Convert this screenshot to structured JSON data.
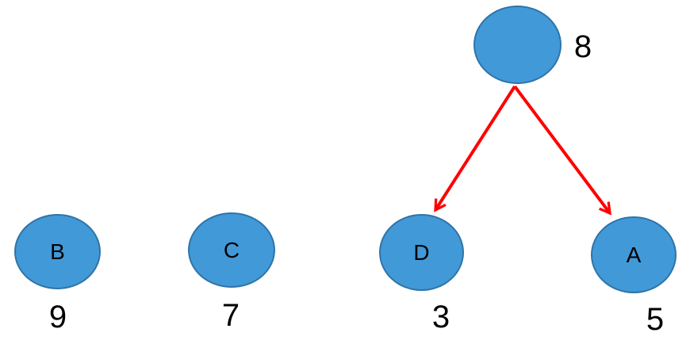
{
  "diagram": {
    "type": "tree",
    "colors": {
      "node_fill": "#4299D8",
      "node_border": "#2E74A8",
      "arrow_color": "#FF0000",
      "text": "#000000"
    },
    "root": {
      "id": "root",
      "label": "",
      "value": "8"
    },
    "nodes": [
      {
        "id": "B",
        "label": "B",
        "value": "9"
      },
      {
        "id": "C",
        "label": "C",
        "value": "7"
      },
      {
        "id": "D",
        "label": "D",
        "value": "3"
      },
      {
        "id": "A",
        "label": "A",
        "value": "5"
      }
    ],
    "edges": [
      {
        "from": "root",
        "to": "D"
      },
      {
        "from": "root",
        "to": "A"
      }
    ]
  }
}
